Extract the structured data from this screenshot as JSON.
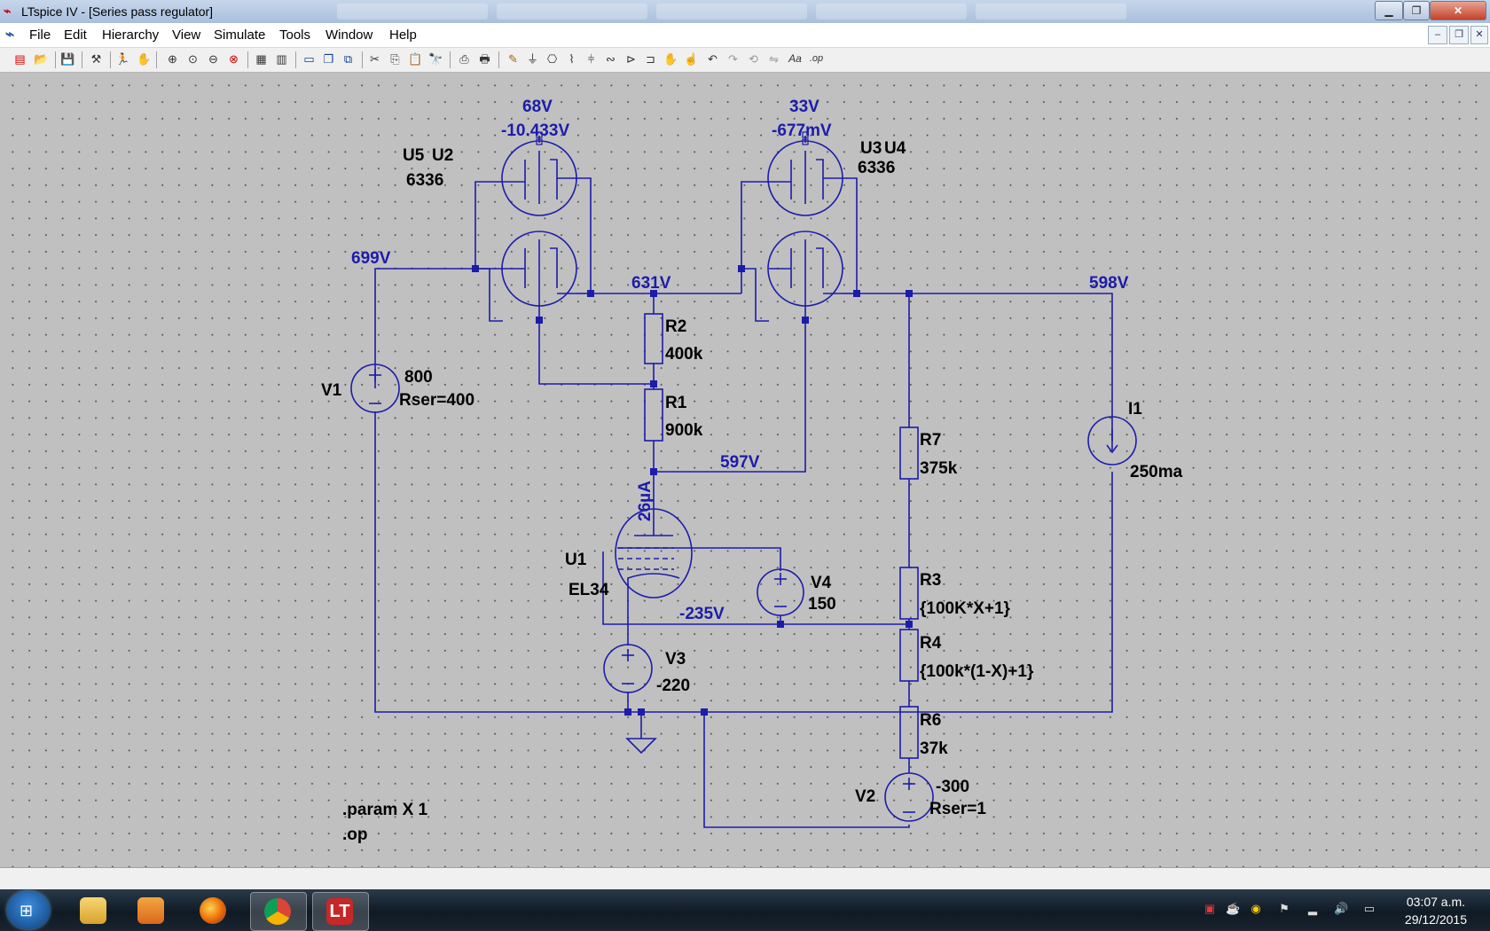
{
  "window": {
    "title": "LTspice IV - [Series pass regulator]"
  },
  "menu": {
    "file": "File",
    "edit": "Edit",
    "hierarchy": "Hierarchy",
    "view": "View",
    "simulate": "Simulate",
    "tools": "Tools",
    "window": "Window",
    "help": "Help"
  },
  "schematic": {
    "components": {
      "u5": "U5",
      "u2": "U2",
      "u2_model": "6336",
      "u3": "U3",
      "u4": "U4",
      "u4_model": "6336",
      "r2": "R2",
      "r2_value": "400k",
      "r1": "R1",
      "r1_value": "900k",
      "r7": "R7",
      "r7_value": "375k",
      "r3": "R3",
      "r3_value": "{100K*X+1}",
      "r4": "R4",
      "r4_value": "{100k*(1-X)+1}",
      "r6": "R6",
      "r6_value": "37k",
      "v1": "V1",
      "v1_value": "800",
      "v1_rser": "Rser=400",
      "v2": "V2",
      "v2_value": "-300",
      "v2_rser": "Rser=1",
      "v3": "V3",
      "v3_value": "-220",
      "v4": "V4",
      "v4_value": "150",
      "i1": "I1",
      "i1_value": "250ma",
      "u1": "U1",
      "u1_model": "EL34"
    },
    "node_voltages": {
      "u2_top": "68V",
      "u2_grid": "-10.433V",
      "u4_top": "33V",
      "u4_grid": "-677mV",
      "v1_plus": "699V",
      "mid": "631V",
      "out": "598V",
      "r1_bottom": "597V",
      "cathode": "-235V",
      "u1_current": "26µA"
    },
    "directives": {
      "param": ".param X 1",
      "op": ".op"
    }
  },
  "taskbar": {
    "time": "03:07 a.m.",
    "date": "29/12/2015"
  },
  "colors": {
    "wire": "#1c1caa",
    "canvas": "#c0c0c0",
    "component": "#1c1caa"
  }
}
